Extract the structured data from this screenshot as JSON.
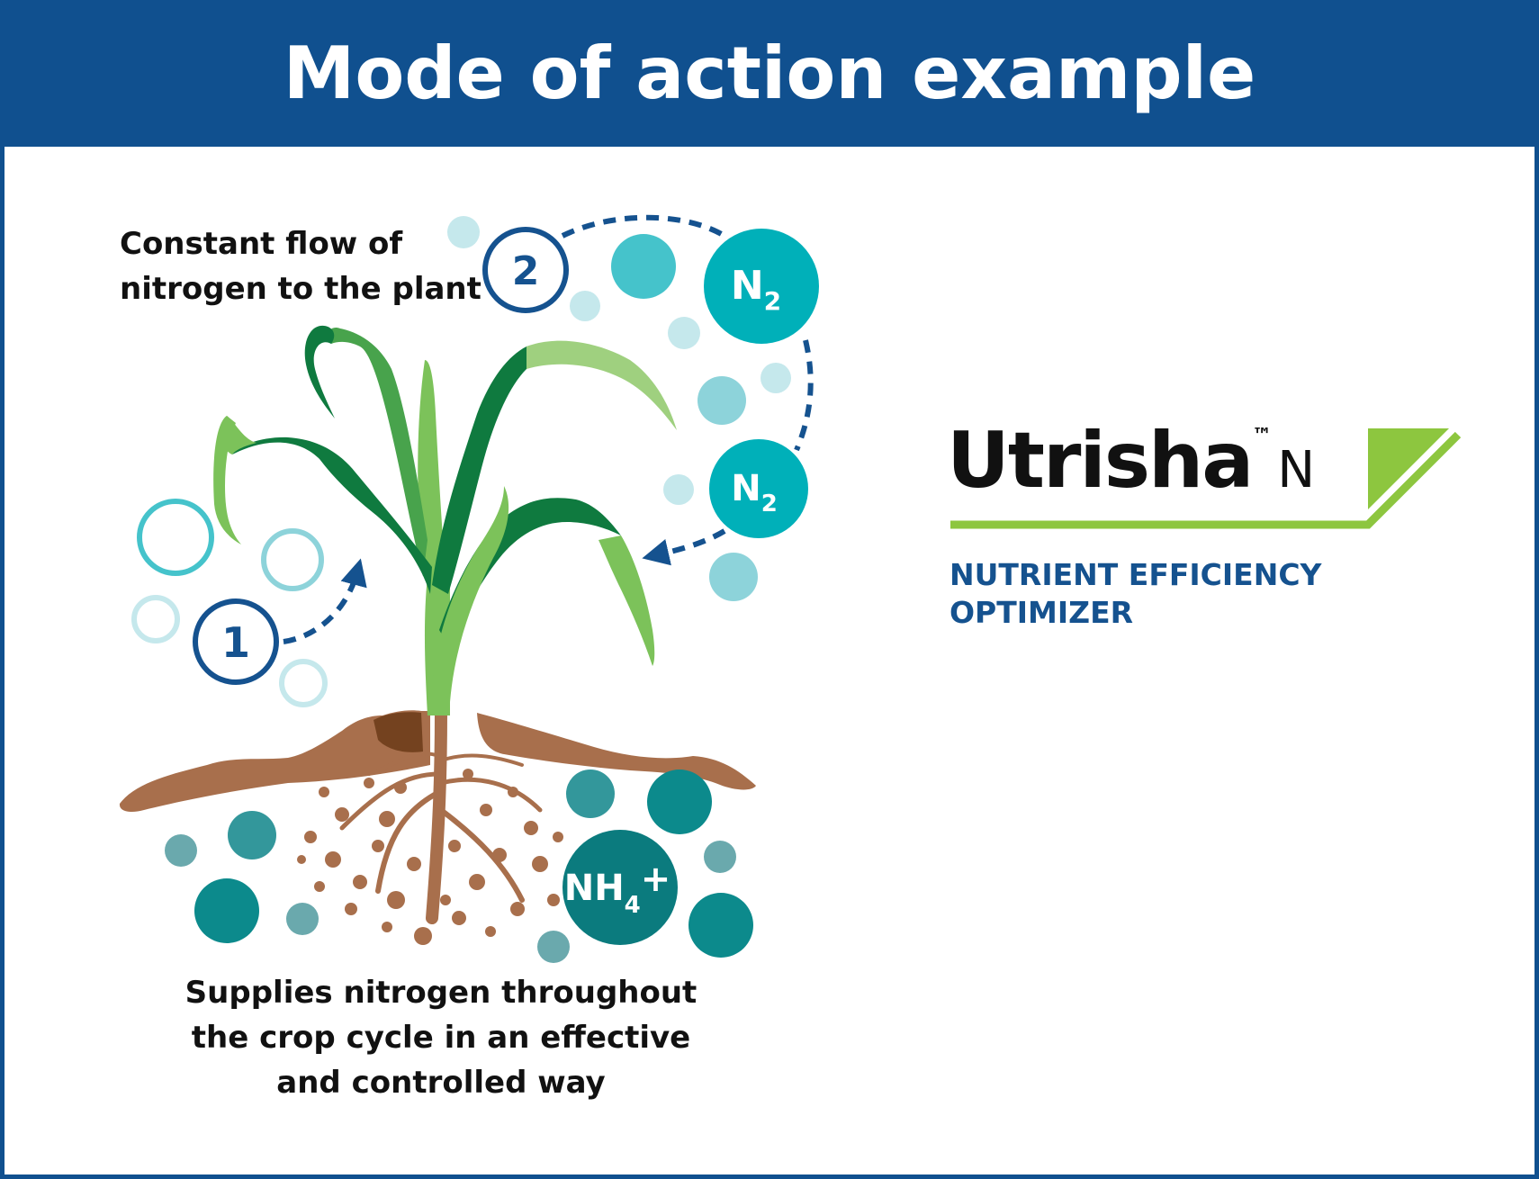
{
  "header": {
    "title": "Mode of action example"
  },
  "captions": {
    "top": "Constant flow of\nnitrogen to the plant",
    "bottom": "Supplies nitrogen throughout\nthe crop cycle in an effective\nand controlled way"
  },
  "steps": {
    "one": "1",
    "two": "2"
  },
  "molecules": {
    "n2_upper": "N",
    "n2_upper_sub": "2",
    "n2_lower": "N",
    "n2_lower_sub": "2",
    "nh4": "NH",
    "nh4_sub": "4",
    "nh4_charge": "+"
  },
  "logo": {
    "brand": "Utrisha",
    "trademark": "™",
    "suffix": "N",
    "tagline": "NUTRIENT EFFICIENCY\nOPTIMIZER"
  },
  "colors": {
    "brand_blue": "#10508f",
    "teal": "#00b0b9",
    "dark_teal": "#0c8a8c",
    "soil": "#a86f4c",
    "leaf_dark": "#0f7a3f",
    "leaf_mid": "#48a34c",
    "leaf_light": "#7cc25a",
    "logo_green": "#8dc63f"
  }
}
